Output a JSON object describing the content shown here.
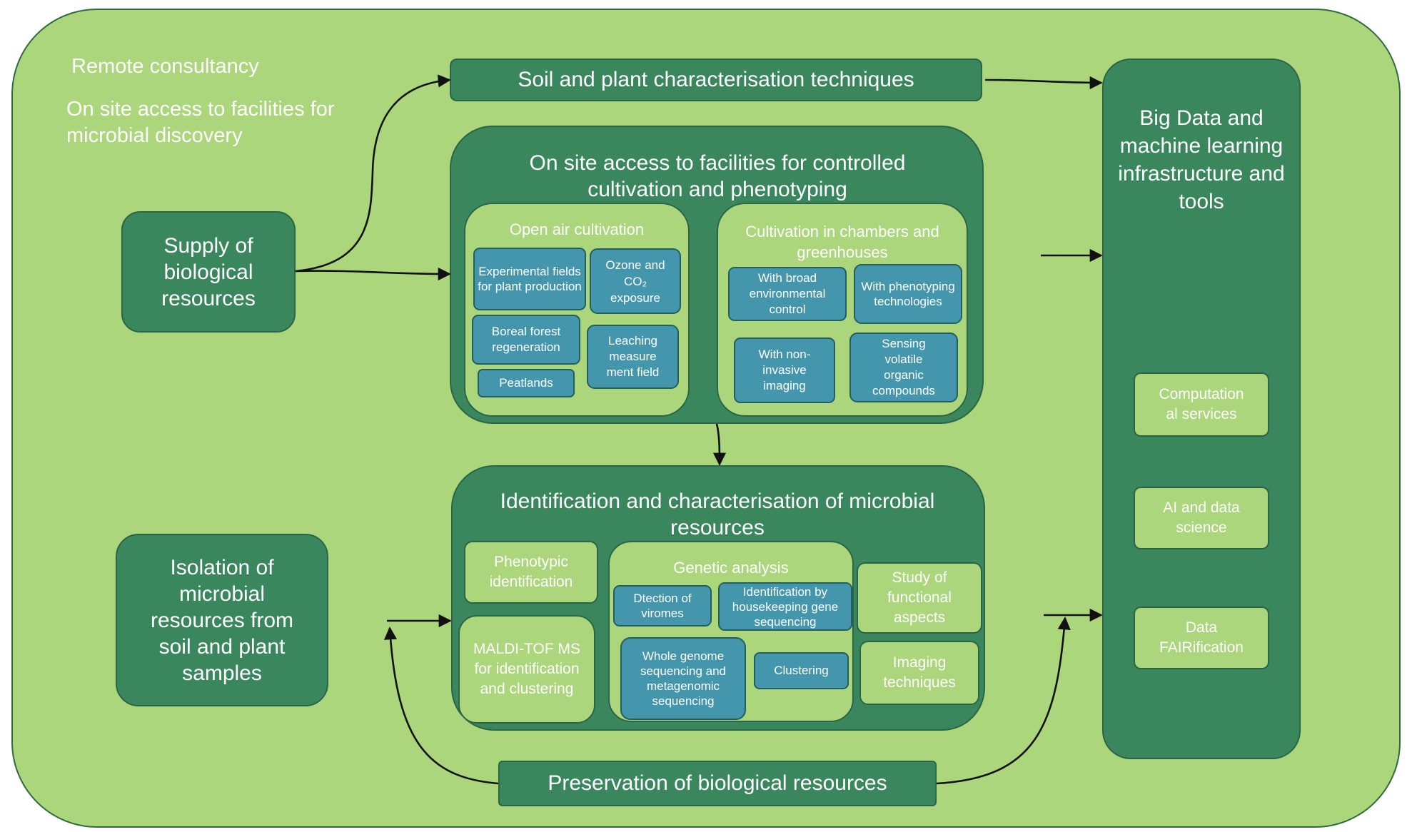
{
  "background": {
    "outer_color": "#acd67c",
    "dark_box_color": "#3a875e",
    "blue_box_color": "#4496ac",
    "text_color": "#ffffff",
    "arrow_color": "#111111"
  },
  "plain_labels": {
    "remote_consultancy": "Remote consultancy",
    "onsite_microbial": "On site access to facilities for microbial discovery"
  },
  "supply": "Supply of biological resources",
  "isolation": "Isolation of microbial resources from soil and plant samples",
  "soil_plant": "Soil and plant characterisation techniques",
  "preservation": "Preservation of biological resources",
  "cultivation": {
    "title": "On site access to facilities for controlled cultivation and phenotyping",
    "open_air": {
      "title": "Open air cultivation",
      "items": [
        "Experimental fields for plant production",
        "Ozone and CO₂ exposure",
        "Boreal forest regeneration",
        "Leaching measure ment field",
        "Peatlands"
      ]
    },
    "chambers": {
      "title": "Cultivation in chambers and greenhouses",
      "items": [
        "With broad environmental control",
        "With phenotyping technologies",
        "With non-invasive imaging",
        "Sensing volatile organic compounds"
      ]
    }
  },
  "identification": {
    "title": "Identification and characterisation of microbial resources",
    "phenotypic": "Phenotypic identification",
    "maldi": "MALDI-TOF MS for identification and clustering",
    "genetic": {
      "title": "Genetic analysis",
      "items": [
        "Dtection of viromes",
        "Identification by housekeeping gene sequencing",
        "Whole genome sequencing and metagenomic sequencing",
        "Clustering"
      ]
    },
    "functional": "Study of functional aspects",
    "imaging": "Imaging techniques"
  },
  "bigdata": {
    "title": "Big Data and machine learning infrastructure and tools",
    "items": [
      "Computation al services",
      "AI and data science",
      "Data FAIRification"
    ]
  }
}
